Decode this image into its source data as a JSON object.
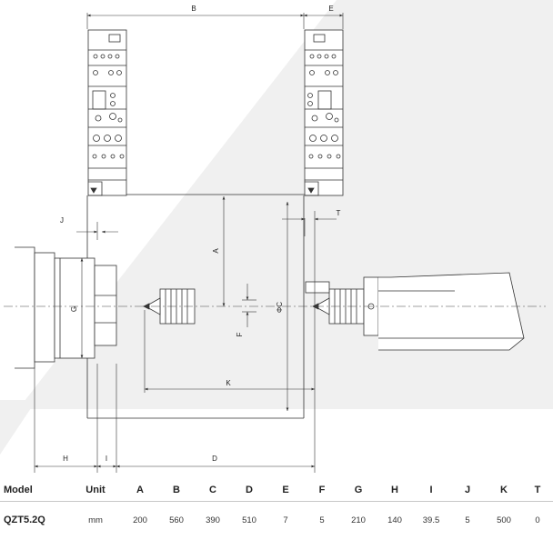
{
  "dimension_labels": {
    "A": "A",
    "B": "B",
    "C": "ΦC",
    "D": "D",
    "E": "E",
    "F": "F",
    "G": "G",
    "H": "H",
    "I": "I",
    "J": "J",
    "K": "K",
    "T": "T"
  },
  "table": {
    "headers": [
      "Model",
      "Unit",
      "A",
      "B",
      "C",
      "D",
      "E",
      "F",
      "G",
      "H",
      "I",
      "J",
      "K",
      "T"
    ],
    "rows": [
      [
        "QZT5.2Q",
        "mm",
        "200",
        "560",
        "390",
        "510",
        "7",
        "5",
        "210",
        "140",
        "39.5",
        "5",
        "500",
        "0"
      ]
    ]
  },
  "colors": {
    "line": "#333333",
    "background_shape": "#ececec",
    "table_rule": "#c8c8c8"
  }
}
